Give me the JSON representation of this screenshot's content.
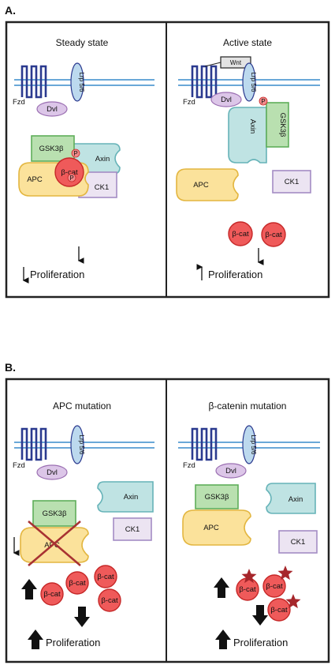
{
  "sections": [
    {
      "label": "A."
    },
    {
      "label": "B."
    }
  ],
  "panels": [
    {
      "title": "Steady state"
    },
    {
      "title": "Active state"
    },
    {
      "title": "APC mutation"
    },
    {
      "title": "β-catenin mutation"
    }
  ],
  "labels": {
    "fzd": "Fzd",
    "dvl": "Dvl",
    "lrp": "Lrp 5/6",
    "wnt": "Wnt",
    "gsk": "GSK3β",
    "axin": "Axin",
    "apc": "APC",
    "ck1": "CK1",
    "bcat": "β-cat",
    "p": "P",
    "proliferation": "Proliferation"
  },
  "colors": {
    "membrane": "#6aa8d8",
    "receptor": "#2b3a8f",
    "dvl_fill": "#dcc6e8",
    "dvl_stroke": "#9b6fb2",
    "lrp_fill": "#bcd9ee",
    "gsk_fill": "#b9e0b0",
    "gsk_stroke": "#5fae5a",
    "axin_fill": "#bfe3e3",
    "axin_stroke": "#66b3b8",
    "apc_fill": "#fbe29b",
    "apc_stroke": "#e3b640",
    "ck1_fill": "#ece4f2",
    "ck1_stroke": "#a48cc4",
    "bcat_fill": "#ef5a5a",
    "bcat_stroke": "#c62828",
    "phos_fill": "#f28b8b",
    "star": "#a6262b",
    "cross": "#a83232"
  }
}
